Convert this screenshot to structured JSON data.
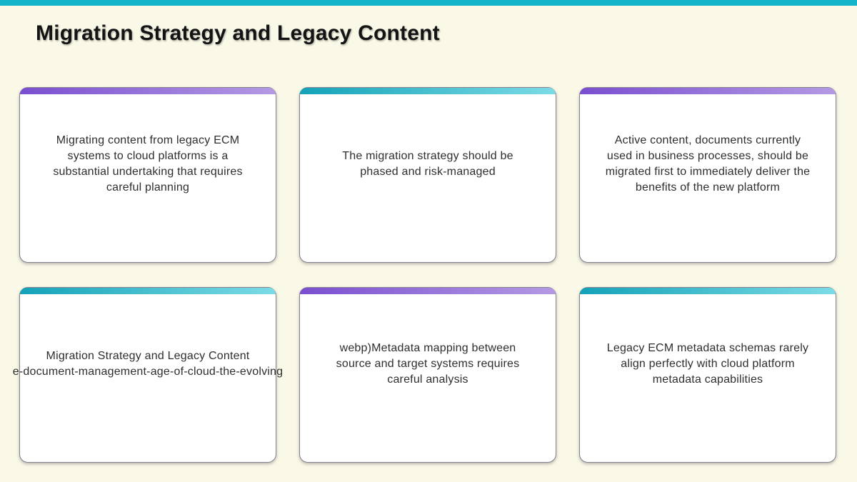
{
  "page": {
    "title": "Migration Strategy and Legacy Content"
  },
  "colors": {
    "page_background": "#faf8e7",
    "top_bar": "#12b5c9",
    "purple_gradient_start": "#7a4fd0",
    "purple_gradient_end": "#b49ae3",
    "teal_gradient_start": "#14a2b8",
    "teal_gradient_end": "#7cdbe6",
    "card_border": "#85808f",
    "text_color": "#2e2e2e",
    "title_color": "#141414"
  },
  "cards": [
    {
      "accent": "purple",
      "text": "Migrating content from legacy ECM systems to cloud platforms is a substantial undertaking that requires careful planning"
    },
    {
      "accent": "teal",
      "text": "The migration strategy should be phased and risk-managed"
    },
    {
      "accent": "purple",
      "text": "Active content, documents currently used in business processes, should be migrated first to immediately deliver the benefits of the new platform"
    },
    {
      "accent": "teal",
      "text": "Migration Strategy and Legacy Content",
      "overflow_text": "e-document-management-age-of-cloud-the-evolving"
    },
    {
      "accent": "purple",
      "text": "webp)Metadata mapping between source and target systems requires careful analysis"
    },
    {
      "accent": "teal",
      "text": "Legacy ECM metadata schemas rarely align perfectly with cloud platform metadata capabilities"
    }
  ]
}
